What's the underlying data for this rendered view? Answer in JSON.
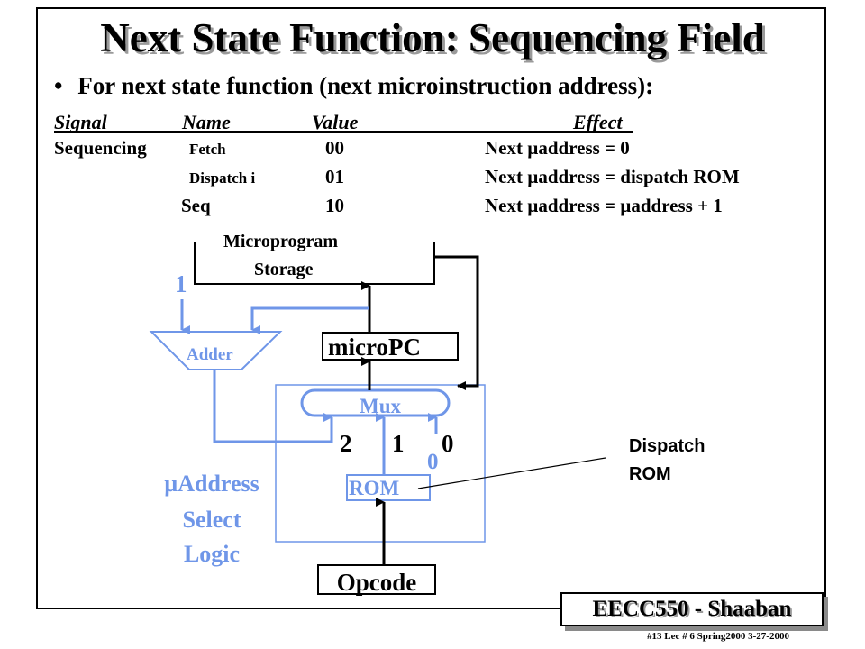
{
  "slide": {
    "title": "Next State Function: Sequencing Field",
    "bullet_marker": "•",
    "bullet": "For next state function (next microinstruction address):"
  },
  "table": {
    "headers": {
      "signal": "Signal",
      "name": "Name",
      "value": "Value",
      "effect": "Effect"
    },
    "signal": "Sequencing",
    "rows": [
      {
        "name": "Fetch",
        "value": "00",
        "effect": "Next µaddress = 0"
      },
      {
        "name": "Dispatch i",
        "value": "01",
        "effect": "Next  µaddress = dispatch ROM"
      },
      {
        "name": "Seq",
        "value": "10",
        "effect": "Next  µaddress =  µaddress + 1"
      }
    ]
  },
  "diagram": {
    "storage_line1": "Microprogram",
    "storage_line2": "Storage",
    "one": "1",
    "adder": "Adder",
    "micropc": "microPC",
    "mux": "Mux",
    "mux_in2": "2",
    "mux_in1": "1",
    "mux_in0": "0",
    "rom_zero": "0",
    "rom": "ROM",
    "select_line1": "µAddress",
    "select_line2": "Select",
    "select_line3": "Logic",
    "opcode": "Opcode",
    "dispatch_line1": "Dispatch",
    "dispatch_line2": "ROM",
    "colors": {
      "highlight": "#6f96e8",
      "ink": "#000000"
    }
  },
  "footer": {
    "badge": "EECC550 - Shaaban",
    "note": "#13   Lec # 6   Spring2000   3-27-2000"
  }
}
